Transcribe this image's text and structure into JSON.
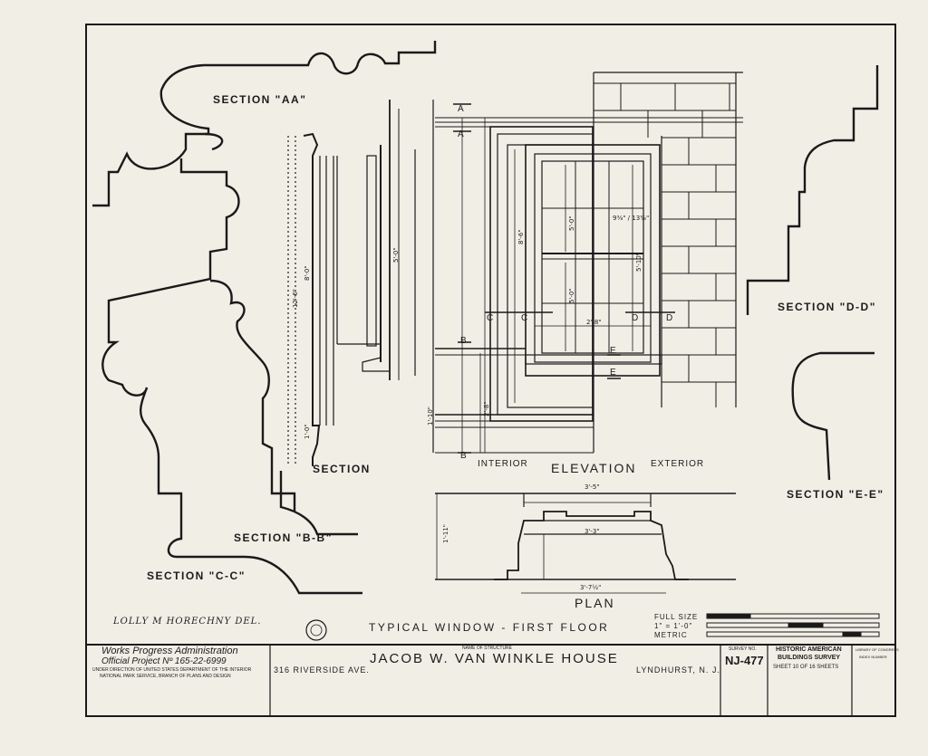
{
  "sections": {
    "aa": "SECTION \"AA\"",
    "bb": "SECTION \"B-B\"",
    "cc": "SECTION \"C-C\"",
    "dd": "SECTION \"D-D\"",
    "ee": "SECTION \"E-E\"",
    "section": "SECTION"
  },
  "elevation": {
    "interior": "INTERIOR",
    "elevation": "ELEVATION",
    "exterior": "EXTERIOR",
    "plan": "PLAN",
    "cut_a": "A",
    "cut_b": "B",
    "cut_c": "C",
    "cut_d": "D",
    "cut_e": "E"
  },
  "dimensions": {
    "d_5_0": "5'-0\"",
    "d_8_6": "8'-6\"",
    "d_5_10": "5'-10\"",
    "d_9_8": "9⅜\" / 13⅜\"",
    "d_2_8": "2'-8\"",
    "d_2_8b": "2'-8\"",
    "d_1_10": "1'-10\"",
    "d_3_3": "3'-3\"",
    "d_3_5": "3'-5\"",
    "d_1_11": "1'-11\"",
    "d_3_7": "3'-7½\"",
    "d_1_0": "1'-0\"",
    "d_12": "12'-6\"",
    "d_8_0": "8'-0\""
  },
  "footer": {
    "delineator": "LOLLY M HORECHNY DEL.",
    "drawing_title": "TYPICAL WINDOW - FIRST FLOOR",
    "scale_full": "FULL SIZE",
    "scale_inch": "1\" = 1'-0\"",
    "scale_metric": "METRIC",
    "wpa_line1": "Works Progress Administration",
    "wpa_line2": "Official Project Nº 165-22-6999",
    "wpa_line3": "UNDER DIRECTION OF UNITED STATES DEPARTMENT OF THE INTERIOR",
    "wpa_line4": "NATIONAL PARK SERVICE, BRANCH OF PLANS AND DESIGN",
    "name_label": "NAME OF STRUCTURE",
    "structure_name": "JACOB W. VAN WINKLE HOUSE",
    "address": "316 RIVERSIDE AVE.",
    "location": "LYNDHURST, N. J.",
    "survey_label": "SURVEY NO.",
    "survey_no": "NJ-477",
    "habs_line1": "HISTORIC AMERICAN",
    "habs_line2": "BUILDINGS SURVEY",
    "sheet_info": "SHEET 10 OF 16 SHEETS",
    "loc_line1": "LIBRARY OF CONGRESS",
    "loc_line2": "INDEX NUMBER"
  }
}
